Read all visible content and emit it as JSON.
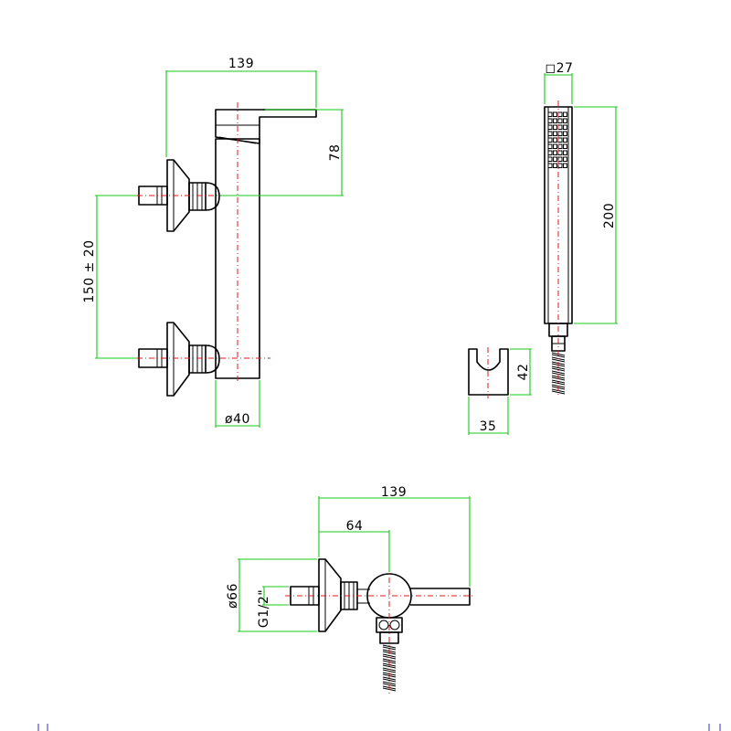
{
  "dimensions": {
    "front_width": "139",
    "spout_height": "78",
    "inlet_spacing": "150 ± 20",
    "body_diameter": "ø40",
    "handshower_section": "◻27",
    "handshower_length": "200",
    "holder_height": "42",
    "holder_width": "35",
    "top_width": "139",
    "top_offset": "64",
    "flange_diameter": "ø66",
    "thread": "G1/2\""
  },
  "colors": {
    "outline": "#000000",
    "dimension": "#19c819",
    "axis": "#e01818"
  }
}
